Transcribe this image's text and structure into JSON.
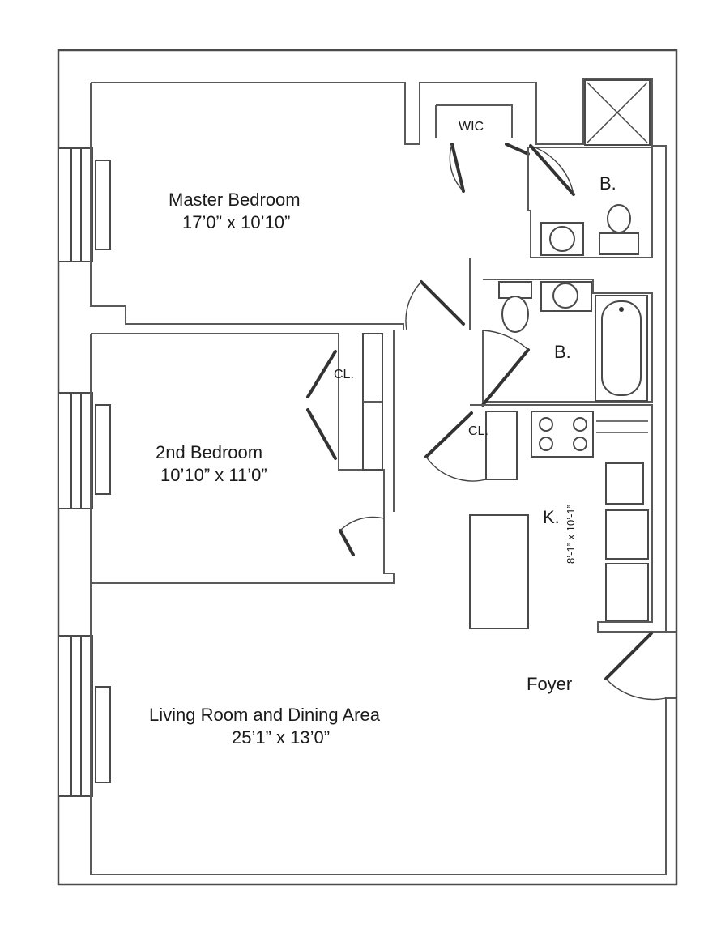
{
  "rooms": {
    "master_bedroom": {
      "name": "Master Bedroom",
      "size": "17’0” x 10’10”"
    },
    "second_bedroom": {
      "name": "2nd Bedroom",
      "size": "10’10” x 11’0”"
    },
    "living_room": {
      "name": "Living Room and Dining Area",
      "size": "25’1” x 13’0”"
    },
    "walk_in_closet": {
      "name": "WIC"
    },
    "bath_upper": {
      "name": "B."
    },
    "bath_lower": {
      "name": "B."
    },
    "kitchen": {
      "name": "K.",
      "size": "8’-1” x 10’-1”"
    },
    "closet_bedroom2": {
      "name": "CL."
    },
    "closet_hall": {
      "name": "CL."
    },
    "foyer": {
      "name": "Foyer"
    }
  }
}
